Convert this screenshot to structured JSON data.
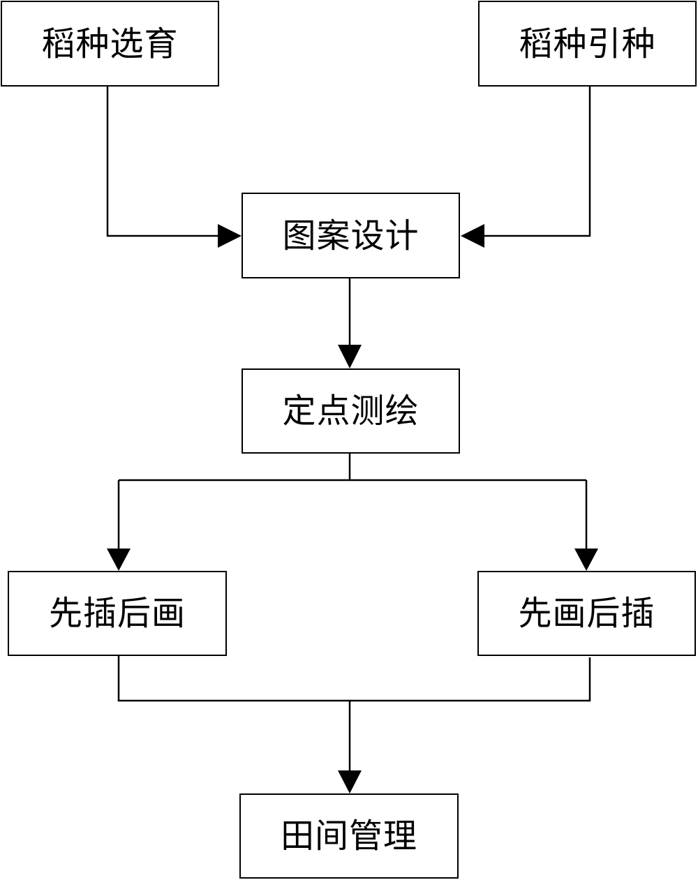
{
  "nodes": {
    "rice_breeding": "稻种选育",
    "rice_introduction": "稻种引种",
    "pattern_design": "图案设计",
    "fixed_point_survey": "定点测绘",
    "plant_then_draw": "先插后画",
    "draw_then_plant": "先画后插",
    "field_management": "田间管理"
  },
  "colors": {
    "stroke": "#000000",
    "background": "#ffffff"
  }
}
